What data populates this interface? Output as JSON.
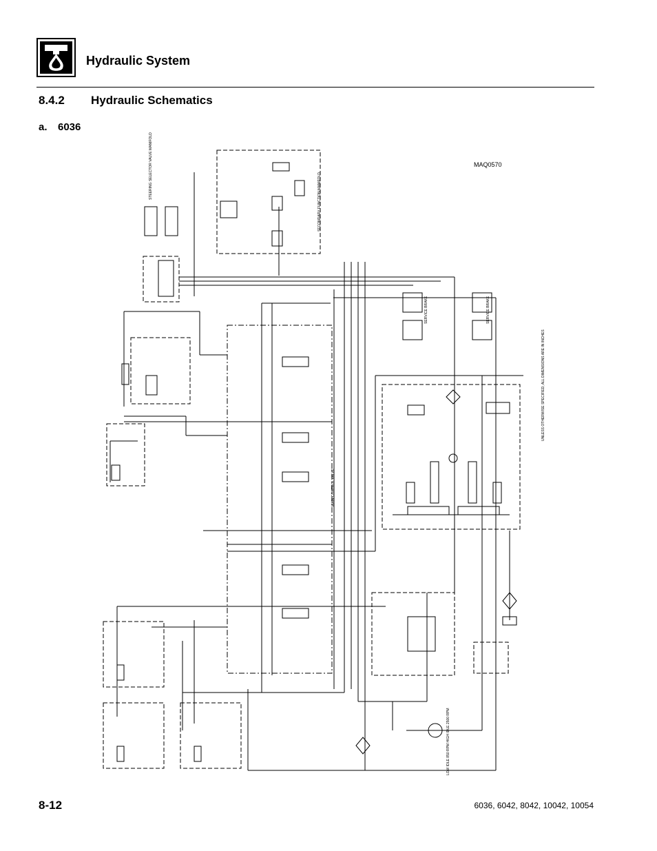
{
  "header": {
    "section_title": "Hydraulic System",
    "logo_icon": "hydraulic-oil-drop-icon"
  },
  "subsection": {
    "number": "8.4.2",
    "title": "Hydraulic Schematics"
  },
  "item": {
    "letter": "a.",
    "title": "6036"
  },
  "figure": {
    "id": "MAQ0570",
    "labels": {
      "steering_selector": "STEERING SELECTOR VALVE MANIFOLD",
      "secondary_function": "SECONDARY FUNCTION MANIFOLD",
      "main_control": "MAIN CONTROL VALVE",
      "left_brake": "SERVICE BRAKE",
      "right_brake": "SERVICE BRAKE",
      "pump_text": "LOW IDLE 850 RPM HIGH IDLE 2500 RPM",
      "note": "UNLESS OTHERWISE SPECIFIED, ALL DIMENSIONS ARE IN INCHES"
    }
  },
  "footer": {
    "page_number": "8-12",
    "models": "6036, 6042, 8042, 10042, 10054"
  }
}
